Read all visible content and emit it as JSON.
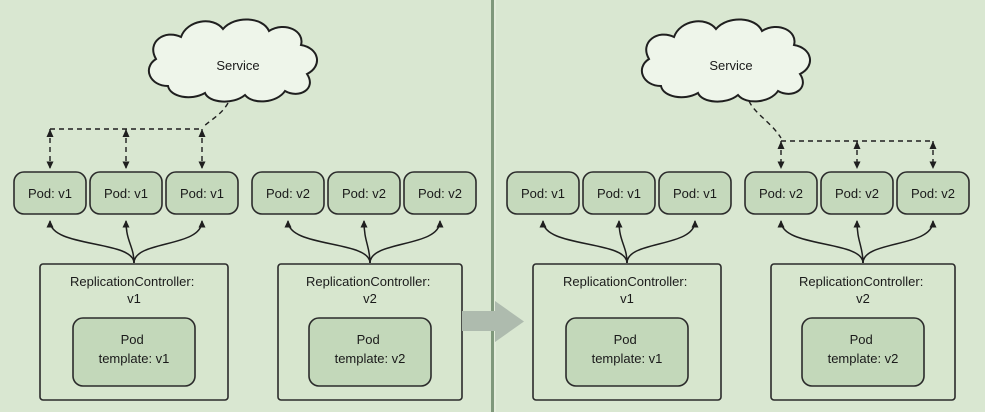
{
  "diagram": {
    "background_color": "#d9e7d1",
    "pod_fill": "#c5d9bc",
    "cloud_fill": "#eef5ea",
    "stroke_color": "#1f1f1f",
    "divider_color": "#7f987b",
    "transition_arrow_color": "#aebbae"
  },
  "panels": {
    "left": {
      "service_label": "Service",
      "pods": [
        "Pod: v1",
        "Pod: v1",
        "Pod: v1",
        "Pod: v2",
        "Pod: v2",
        "Pod: v2"
      ],
      "controllers": [
        {
          "title": "ReplicationController:",
          "version": "v1",
          "template_line1": "Pod",
          "template_line2": "template: v1"
        },
        {
          "title": "ReplicationController:",
          "version": "v2",
          "template_line1": "Pod",
          "template_line2": "template: v2"
        }
      ]
    },
    "right": {
      "service_label": "Service",
      "pods": [
        "Pod: v1",
        "Pod: v1",
        "Pod: v1",
        "Pod: v2",
        "Pod: v2",
        "Pod: v2"
      ],
      "controllers": [
        {
          "title": "ReplicationController:",
          "version": "v1",
          "template_line1": "Pod",
          "template_line2": "template: v1"
        },
        {
          "title": "ReplicationController:",
          "version": "v2",
          "template_line1": "Pod",
          "template_line2": "template: v2"
        }
      ]
    }
  }
}
